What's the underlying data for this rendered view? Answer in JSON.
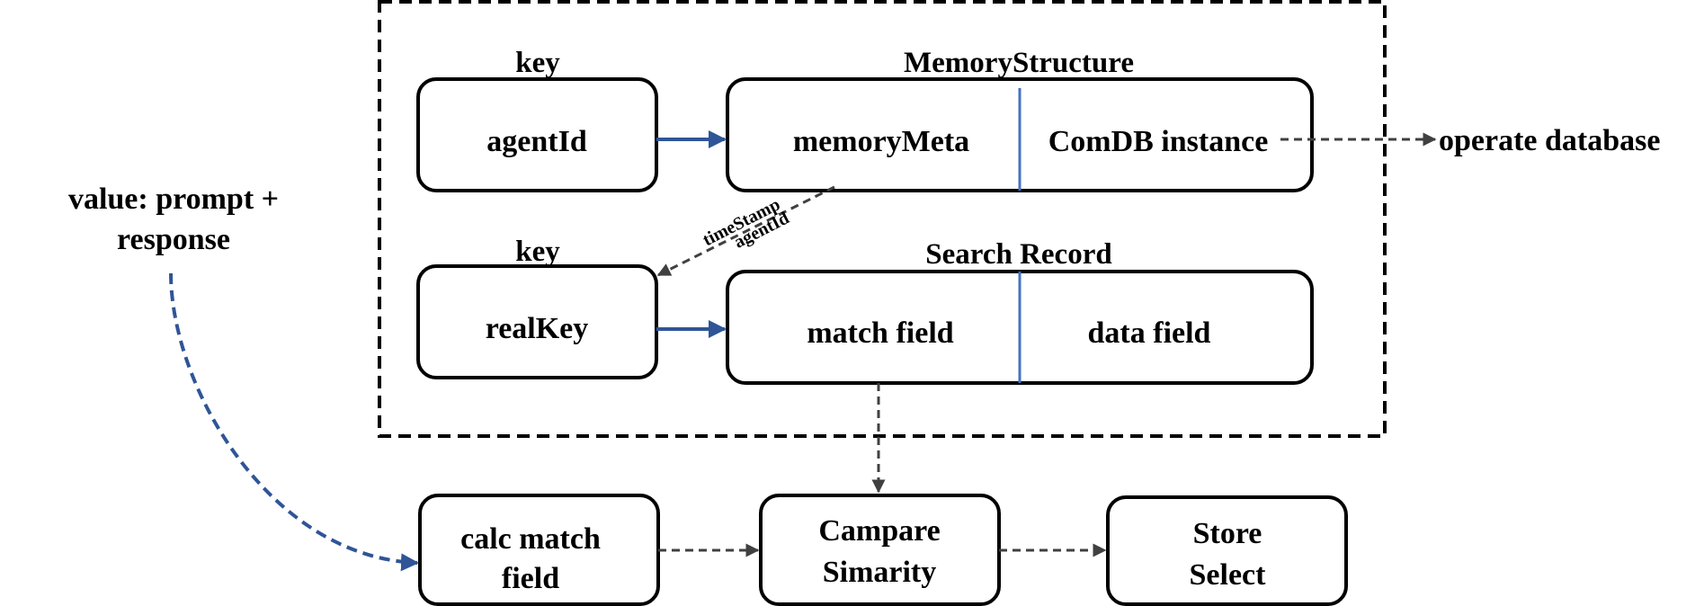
{
  "diagram": {
    "labels": {
      "key_top": "key",
      "key_bottom": "key",
      "memory_structure": "MemoryStructure",
      "search_record": "Search Record",
      "value_line1": "value: prompt +",
      "value_line2": "response",
      "operate_database": "operate database",
      "timestamp": "timeStamp",
      "agentid_edge": "agentId"
    },
    "nodes": {
      "agent_id": "agentId",
      "memory_meta": "memoryMeta",
      "comdb_instance": "ComDB instance",
      "real_key": "realKey",
      "match_field": "match field",
      "data_field": "data field",
      "calc_match_line1": "calc match",
      "calc_match_line2": "field",
      "compare_line1": "Campare",
      "compare_line2": "Simarity",
      "store_line1": "Store",
      "store_line2": "Select"
    },
    "colors": {
      "arrow_blue": "#2f5597",
      "divider_blue": "#4472c4",
      "dash_gray": "#404040"
    }
  }
}
